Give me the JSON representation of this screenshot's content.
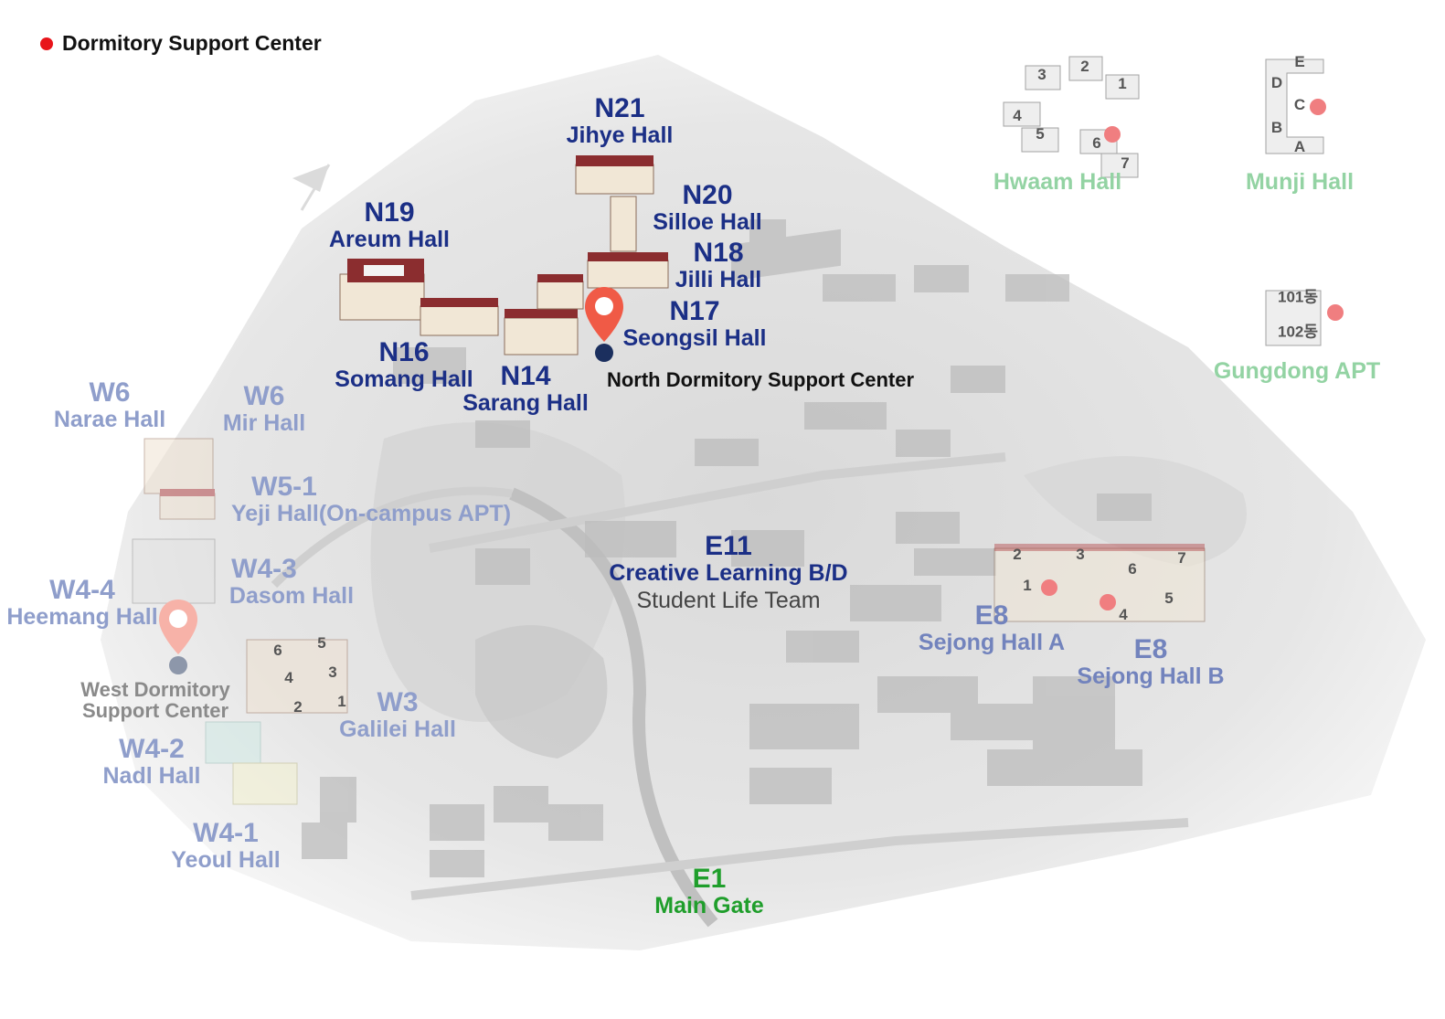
{
  "legend": {
    "label": "Dormitory Support Center",
    "color": "#e8141a"
  },
  "north": {
    "n21": {
      "code": "N21",
      "name": "Jihye Hall"
    },
    "n20": {
      "code": "N20",
      "name": "Silloe Hall"
    },
    "n19": {
      "code": "N19",
      "name": "Areum Hall"
    },
    "n18": {
      "code": "N18",
      "name": "Jilli Hall"
    },
    "n17": {
      "code": "N17",
      "name": "Seongsil Hall"
    },
    "n16": {
      "code": "N16",
      "name": "Somang Hall"
    },
    "n14": {
      "code": "N14",
      "name": "Sarang Hall"
    },
    "support": "North Dormitory Support Center"
  },
  "west": {
    "w6a": {
      "code": "W6",
      "name": "Narae Hall"
    },
    "w6b": {
      "code": "W6",
      "name": "Mir Hall"
    },
    "w51": {
      "code": "W5-1",
      "name": "Yeji Hall(On-campus APT)"
    },
    "w43": {
      "code": "W4-3",
      "name": "Dasom Hall"
    },
    "w44": {
      "code": "W4-4",
      "name": "Heemang Hall"
    },
    "w3": {
      "code": "W3",
      "name": "Galilei Hall"
    },
    "w42": {
      "code": "W4-2",
      "name": "Nadl Hall"
    },
    "w41": {
      "code": "W4-1",
      "name": "Yeoul Hall"
    },
    "support_line1": "West Dormitory",
    "support_line2": "Support Center"
  },
  "east": {
    "e11": {
      "code": "E11",
      "name": "Creative Learning B/D",
      "sub": "Student Life Team"
    },
    "e8a": {
      "code": "E8",
      "name": "Sejong Hall A"
    },
    "e8b": {
      "code": "E8",
      "name": "Sejong Hall B"
    },
    "e1": {
      "code": "E1",
      "name": "Main Gate"
    }
  },
  "external": {
    "hwaam": "Hwaam Hall",
    "munji": "Munji Hall",
    "gungdong": "Gungdong APT",
    "hwaam_numbers": [
      "3",
      "2",
      "1",
      "4",
      "5",
      "6",
      "7"
    ],
    "munji_letters": [
      "E",
      "D",
      "C",
      "B",
      "A"
    ],
    "apt_101": "101동",
    "apt_102": "102동"
  },
  "sejong_numbers": [
    "2",
    "3",
    "6",
    "7",
    "1",
    "4",
    "5"
  ],
  "galilei_numbers": [
    "6",
    "5",
    "4",
    "3",
    "2",
    "1"
  ],
  "colors": {
    "north": "#1b2f86",
    "west": "#8f9ecb",
    "external": "#93d3a3",
    "gate": "#1f9e2b",
    "pin_active": "#f05a46",
    "pin_faded": "#f7b2a8",
    "roof": "#8b2d2f"
  }
}
